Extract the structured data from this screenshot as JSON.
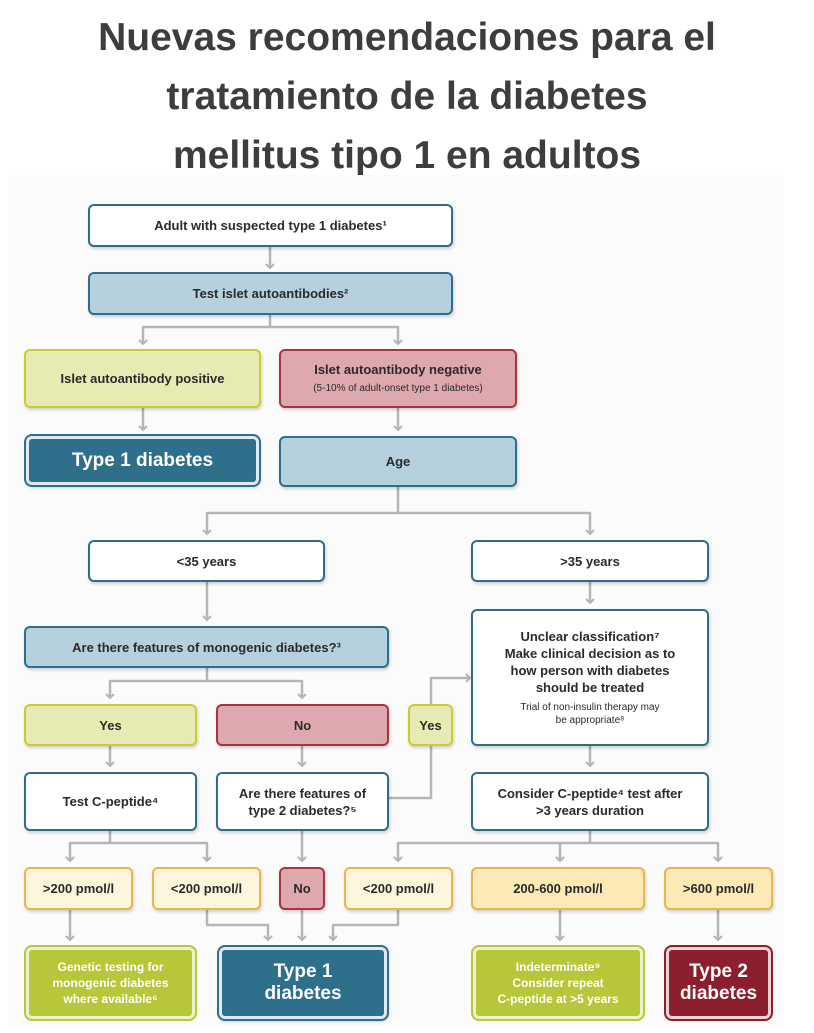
{
  "title": {
    "line1": "Nuevas recomendaciones para el",
    "line2": "tratamiento de la diabetes",
    "line3": "mellitus tipo 1 en adultos"
  },
  "flowchart": {
    "start": "Adult with suspected type 1 diabetes¹",
    "test_autoantibodies": "Test islet autoantibodies²",
    "autoantibody_positive": "Islet autoantibody positive",
    "autoantibody_negative": "Islet autoantibody negative",
    "autoantibody_negative_note": "(5-10% of adult-onset type 1 diabetes)",
    "type1_top": "Type 1 diabetes",
    "age": "Age",
    "under35": "<35 years",
    "over35": ">35 years",
    "monogenic_question": "Are there features of monogenic diabetes?³",
    "unclear_title": "Unclear classification⁷",
    "unclear_line1": "Make clinical decision as to",
    "unclear_line2": "how person with diabetes",
    "unclear_line3": "should be treated",
    "unclear_note1": "Trial of non-insulin therapy may",
    "unclear_note2": "be appropriate⁸",
    "yes_monogenic": "Yes",
    "no_monogenic": "No",
    "yes_type2": "Yes",
    "test_cpeptide": "Test C-peptide⁴",
    "type2_question_line1": "Are there features of",
    "type2_question_line2": "type 2 diabetes?⁵",
    "consider_cpeptide_line1": "Consider C-peptide⁴ test after",
    "consider_cpeptide_line2": ">3 years duration",
    "gt200": ">200 pmol/l",
    "lt200_a": "<200 pmol/l",
    "no_type2": "No",
    "lt200_b": "<200 pmol/l",
    "range200_600": "200-600 pmol/l",
    "gt600": ">600 pmol/l",
    "genetic_line1": "Genetic testing for",
    "genetic_line2": "monogenic diabetes",
    "genetic_line3": "where available⁶",
    "type1_bottom_line1": "Type 1",
    "type1_bottom_line2": "diabetes",
    "indeterminate_title": "Indeterminate⁹",
    "indeterminate_line1": "Consider repeat",
    "indeterminate_line2": "C-peptide at >5 years",
    "type2_bottom_line1": "Type 2",
    "type2_bottom_line2": "diabetes"
  },
  "colors": {
    "blue_dark": "#2e6f8c",
    "blue_light": "#b4d1dd",
    "yellow": "#e8eab3",
    "red_light": "#dea9ae",
    "cream": "#fdf6dc",
    "green": "#b8c63a",
    "red_dark": "#8c1f2e",
    "connector": "#b5b5b5"
  }
}
